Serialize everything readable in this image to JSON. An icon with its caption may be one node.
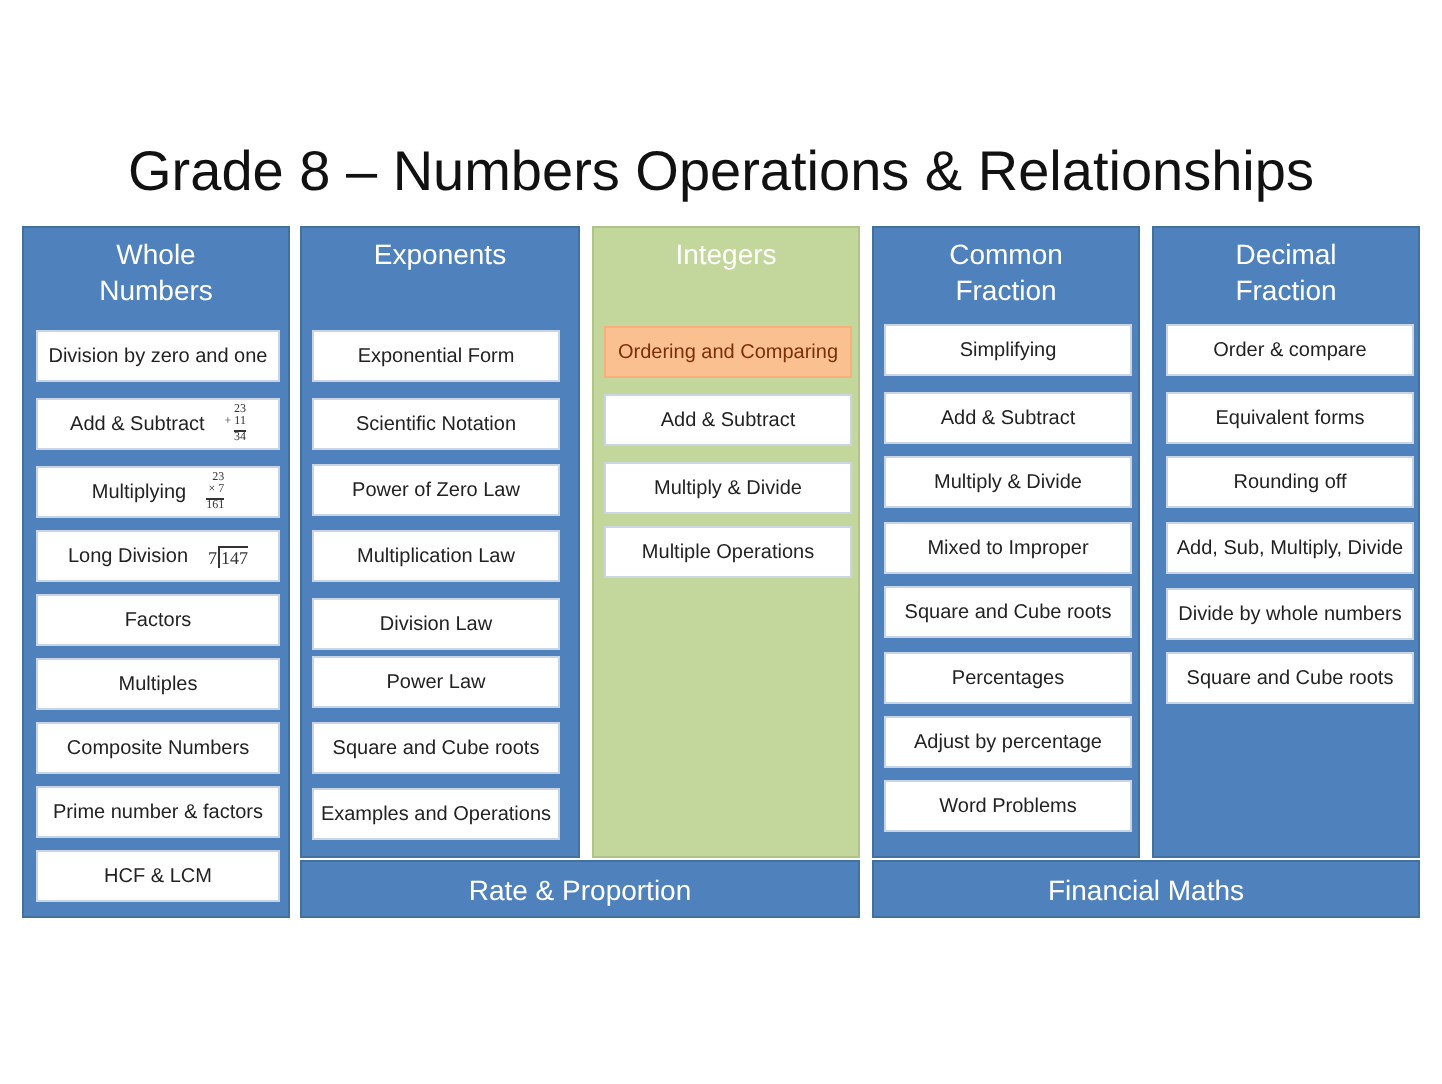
{
  "diagram": {
    "title": "Grade 8 – Numbers Operations & Relationships",
    "nodes": [
      {
        "text": [
          "Whole Numbers"
        ]
      },
      {
        "text": [
          "Division by zero and one"
        ],
        "in": 0
      },
      {
        "text": [
          "Add & Subtract",
          "23",
          "+ 11",
          "34"
        ],
        "in": 0
      },
      {
        "text": [
          "Multiplying",
          "23",
          "× 7",
          "161"
        ],
        "in": 0
      },
      {
        "text": [
          "Long Division",
          "7",
          "147"
        ],
        "in": 0
      },
      {
        "text": [
          "Factors"
        ],
        "in": 0
      },
      {
        "text": [
          "Multiples"
        ],
        "in": 0
      },
      {
        "text": [
          "Composite Numbers"
        ],
        "in": 0
      },
      {
        "text": [
          "Prime number & factors"
        ],
        "in": 0
      },
      {
        "text": [
          "HCF & LCM"
        ],
        "in": 0
      },
      {
        "text": [
          "Exponents"
        ]
      },
      {
        "text": [
          "Exponential Form"
        ],
        "in": 10
      },
      {
        "text": [
          "Scientific Notation"
        ],
        "in": 10
      },
      {
        "text": [
          "Power of Zero Law"
        ],
        "in": 10
      },
      {
        "text": [
          "Multiplication Law"
        ],
        "in": 10
      },
      {
        "text": [
          "Division Law"
        ],
        "in": 10
      },
      {
        "text": [
          "Power Law"
        ],
        "in": 10
      },
      {
        "text": [
          "Square and Cube roots"
        ],
        "in": 10
      },
      {
        "text": [
          "Examples and Operations"
        ],
        "in": 10
      },
      {
        "text": [
          "Integers"
        ]
      },
      {
        "text": [
          "Ordering and Comparing"
        ],
        "in": 19
      },
      {
        "text": [
          "Add & Subtract"
        ],
        "in": 19
      },
      {
        "text": [
          "Multiply & Divide"
        ],
        "in": 19
      },
      {
        "text": [
          "Multiple Operations"
        ],
        "in": 19
      },
      {
        "text": [
          "Common Fraction"
        ]
      },
      {
        "text": [
          "Simplifying"
        ],
        "in": 24
      },
      {
        "text": [
          "Add & Subtract"
        ],
        "in": 24
      },
      {
        "text": [
          "Multiply & Divide"
        ],
        "in": 24
      },
      {
        "text": [
          "Mixed to Improper"
        ],
        "in": 24
      },
      {
        "text": [
          "Square and Cube roots"
        ],
        "in": 24
      },
      {
        "text": [
          "Percentages"
        ],
        "in": 24
      },
      {
        "text": [
          "Adjust by percentage"
        ],
        "in": 24
      },
      {
        "text": [
          "Word Problems"
        ],
        "in": 24
      },
      {
        "text": [
          "Decimal Fraction"
        ]
      },
      {
        "text": [
          "Order & compare"
        ],
        "in": 33
      },
      {
        "text": [
          "Equivalent forms"
        ],
        "in": 33
      },
      {
        "text": [
          "Rounding off"
        ],
        "in": 33
      },
      {
        "text": [
          "Add, Sub, Multiply, Divide"
        ],
        "in": 33
      },
      {
        "text": [
          "Divide by whole numbers"
        ],
        "in": 33
      },
      {
        "text": [
          "Square and Cube roots"
        ],
        "in": 33
      },
      {
        "text": [
          "Rate & Proportion"
        ]
      },
      {
        "text": [
          "Financial Maths"
        ]
      }
    ]
  }
}
